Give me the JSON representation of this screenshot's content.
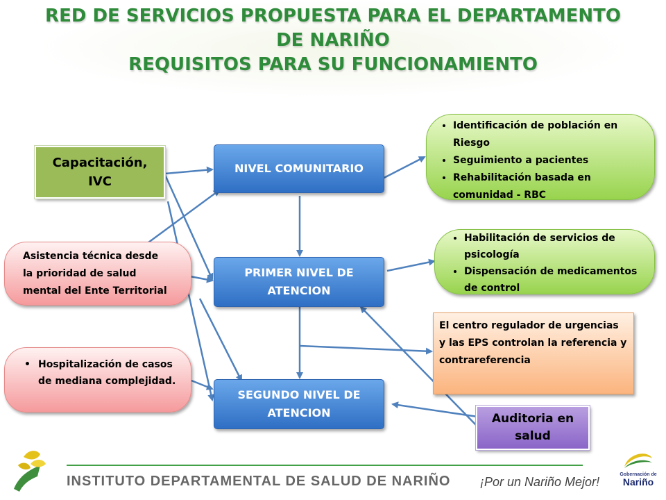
{
  "title": {
    "line1": "RED DE SERVICIOS PROPUESTA PARA EL DEPARTAMENTO",
    "line2": "DE NARIÑO",
    "line3": "REQUISITOS PARA SU FUNCIONAMIENTO"
  },
  "left": {
    "capacitacion": {
      "line1": "Capacitación,",
      "line2": "IVC"
    },
    "asistencia": {
      "line1": "Asistencia técnica desde",
      "line2": "la prioridad de salud",
      "line3": "mental del Ente Territorial"
    },
    "hospitalizacion": {
      "line1": "Hospitalización de casos",
      "line2": "de mediana complejidad."
    }
  },
  "levels": {
    "comunitario": "NIVEL COMUNITARIO",
    "primer": {
      "line1": "PRIMER NIVEL DE",
      "line2": "ATENCION"
    },
    "segundo": {
      "line1": "SEGUNDO NIVEL DE",
      "line2": "ATENCION"
    }
  },
  "right": {
    "comunitario_items": [
      "Identificación de población en Riesgo",
      "Seguimiento a pacientes",
      "Rehabilitación basada en comunidad - RBC"
    ],
    "primer_items": [
      "Habilitación de servicios de psicología",
      "Dispensación de medicamentos de control"
    ],
    "regulador": "El centro regulador de urgencias y las EPS controlan la referencia y contrareferencia",
    "auditoria": {
      "line1": "Auditoria en",
      "line2": "salud"
    }
  },
  "footer": {
    "institute": "INSTITUTO DEPARTAMENTAL DE SALUD DE NARIÑO",
    "slogan": "¡Por un Nariño Mejor!",
    "logo_line1": "Gobernación de",
    "logo_line2": "Nariño"
  },
  "colors": {
    "title": "#2e8b3a",
    "level_box": "#4a86d6",
    "green_pill": "#98d44e",
    "pink_pill": "#f59a9c",
    "orange_box": "#fbb47e",
    "capacitacion_box": "#9bbb59",
    "auditoria_box": "#8a65c8",
    "arrow": "#4f81bd"
  }
}
